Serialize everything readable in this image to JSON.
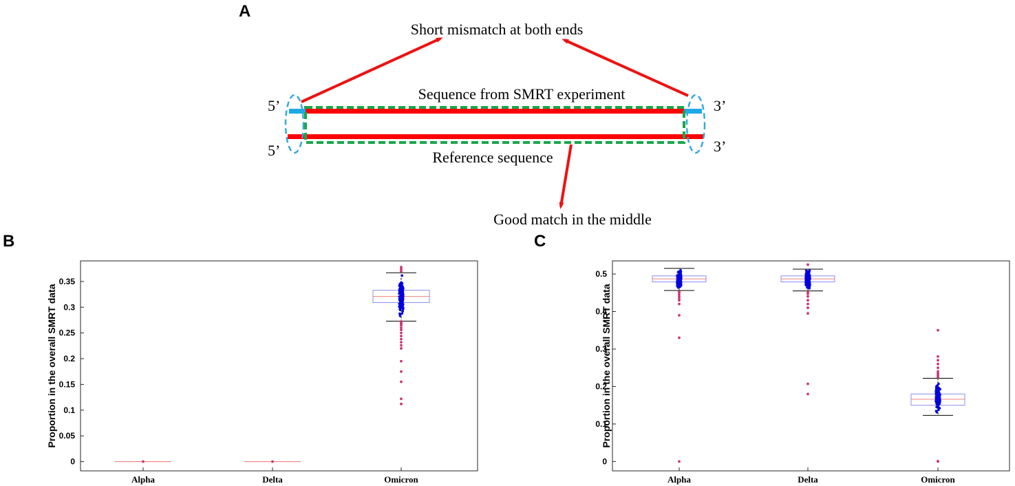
{
  "panel_a": {
    "letter": "A",
    "label_top": "Short mismatch at both ends",
    "label_seq": "Sequence from SMRT experiment",
    "label_ref": "Reference sequence",
    "label_bottom": "Good match in the middle",
    "five_prime": "5’",
    "three_prime": "3’",
    "colors": {
      "sequence": "#ff0000",
      "ends": "#1ca9e6",
      "match_box": "#1aa64a",
      "ellipse": "#33aadd",
      "arrow": "#ee1111"
    }
  },
  "chart_data": [
    {
      "panel": "B",
      "type": "box",
      "ylabel": "Proportion in the overall SMRT data",
      "ylim": [
        -0.018,
        0.39
      ],
      "yticks": [
        0,
        0.05,
        0.1,
        0.15,
        0.2,
        0.25,
        0.3,
        0.35
      ],
      "ytick_labels": [
        "0",
        "0.05",
        "0.1",
        "0.15",
        "0.2",
        "0.25",
        "0.3",
        "0.35"
      ],
      "categories": [
        "Alpha",
        "Delta",
        "Omicron"
      ],
      "boxes": [
        {
          "q1": 0,
          "median": 0,
          "q3": 0,
          "whisker_low": 0,
          "whisker_high": 0,
          "outliers": [
            0
          ]
        },
        {
          "q1": 0,
          "median": 0,
          "q3": 0,
          "whisker_low": 0,
          "whisker_high": 0,
          "outliers": [
            0
          ]
        },
        {
          "q1": 0.309,
          "median": 0.321,
          "q3": 0.333,
          "whisker_low": 0.273,
          "whisker_high": 0.367,
          "outliers": [
            0.112,
            0.122,
            0.155,
            0.175,
            0.195,
            0.22,
            0.226,
            0.232,
            0.238,
            0.244,
            0.25,
            0.256,
            0.26,
            0.265,
            0.268,
            0.27,
            0.272,
            0.37,
            0.374,
            0.378
          ]
        }
      ],
      "colors": {
        "box": "#8b8bf0",
        "median": "#f08080",
        "whisker": "#000000",
        "points": "#0000dd",
        "outliers": "#cc3377"
      }
    },
    {
      "panel": "C",
      "type": "box",
      "ylabel": "Proportion in the overall SMRT data",
      "ylim": [
        -0.025,
        0.535
      ],
      "yticks": [
        0,
        0.1,
        0.2,
        0.3,
        0.4,
        0.5
      ],
      "ytick_labels": [
        "0",
        "0.1",
        "0.2",
        "0.3",
        "0.4",
        "0.5"
      ],
      "categories": [
        "Alpha",
        "Delta",
        "Omicron"
      ],
      "boxes": [
        {
          "q1": 0.479,
          "median": 0.487,
          "q3": 0.495,
          "whisker_low": 0.456,
          "whisker_high": 0.515,
          "outliers": [
            0,
            0.33,
            0.39,
            0.42,
            0.43,
            0.435,
            0.44,
            0.445,
            0.45,
            0.453
          ]
        },
        {
          "q1": 0.479,
          "median": 0.487,
          "q3": 0.495,
          "whisker_low": 0.455,
          "whisker_high": 0.513,
          "outliers": [
            0.18,
            0.207,
            0.395,
            0.41,
            0.42,
            0.43,
            0.44,
            0.447,
            0.452,
            0.525
          ]
        },
        {
          "q1": 0.15,
          "median": 0.166,
          "q3": 0.18,
          "whisker_low": 0.123,
          "whisker_high": 0.222,
          "outliers": [
            0,
            0.001,
            0.225,
            0.23,
            0.235,
            0.24,
            0.25,
            0.26,
            0.27,
            0.28,
            0.35
          ]
        }
      ],
      "colors": {
        "box": "#8b8bf0",
        "median": "#f08080",
        "whisker": "#000000",
        "points": "#0000dd",
        "outliers": "#cc3377"
      }
    }
  ]
}
